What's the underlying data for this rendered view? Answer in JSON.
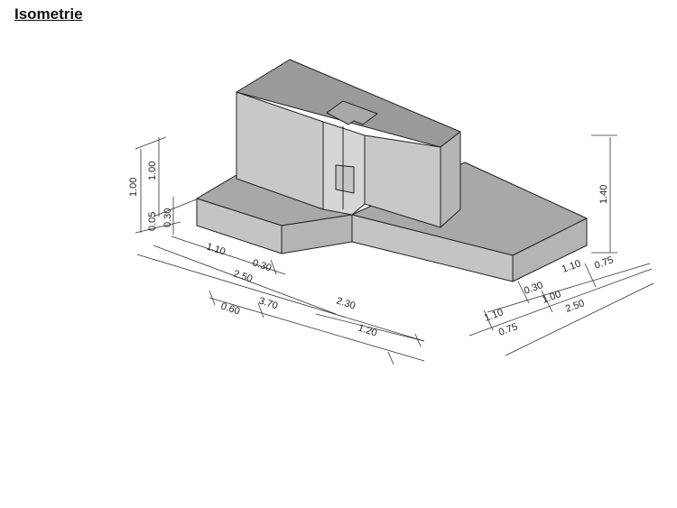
{
  "title": "Isometrie",
  "colors": {
    "face_front": "#c4c4c4",
    "face_side": "#b4b4b4",
    "face_top": "#a8a8a8",
    "block_front": "#c8c8c8",
    "block_top": "#9a9a9a",
    "slot_inner": "#d6d6d6",
    "edge": "#222222"
  },
  "dimensions": {
    "h_1_00_outer": "1.00",
    "h_1_00_inner": "1.00",
    "h_0_05": "0.05",
    "h_0_30": "0.30",
    "h_1_40": "1.40",
    "l_1_10": "1.10",
    "l_0_30": "0.30",
    "l_2_50": "2.50",
    "l_2_30": "2.30",
    "l_0_60": "0.60",
    "l_3_70": "3.70",
    "l_1_20": "1.20",
    "r_1_10_top": "1.10",
    "r_0_75_top": "0.75",
    "r_0_30": "0.30",
    "r_1_00": "1.00",
    "r_1_10_bot": "1.10",
    "r_0_75_bot": "0.75",
    "r_2_50": "2.50"
  }
}
